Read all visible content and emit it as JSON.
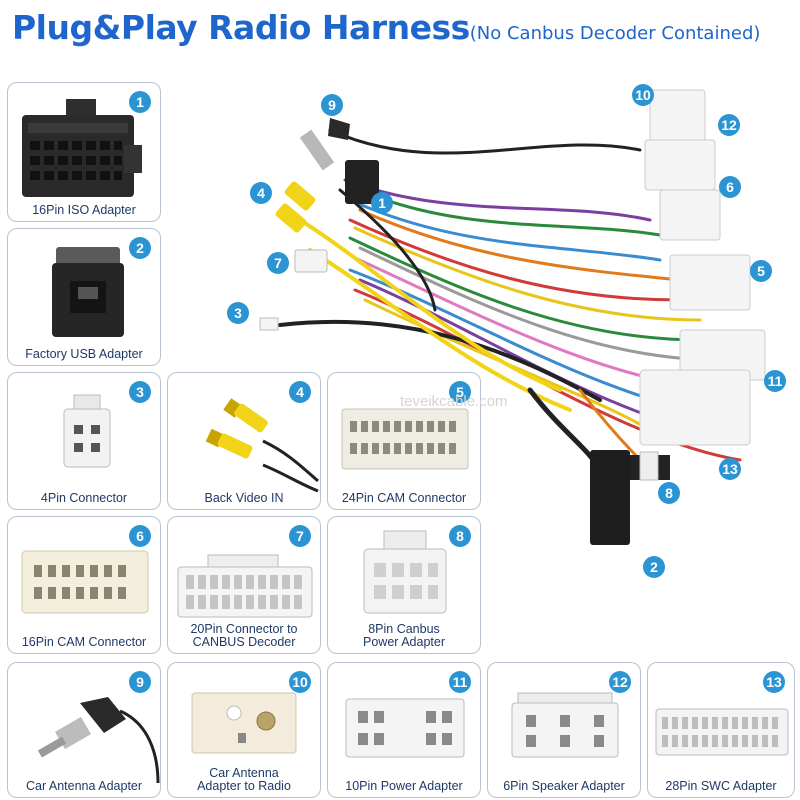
{
  "title": {
    "main": "Plug&Play Radio Harness",
    "sub": "(No Canbus Decoder Contained)"
  },
  "watermark": "teveikcable.com",
  "colors": {
    "title": "#1f66cc",
    "badge": "#2b94d3",
    "card_border": "#b9c3cf",
    "label": "#1e3a66"
  },
  "cards": [
    {
      "num": "1",
      "lines": [
        "16Pin ISO Adapter"
      ]
    },
    {
      "num": "2",
      "lines": [
        "Factory USB Adapter"
      ]
    },
    {
      "num": "3",
      "lines": [
        "4Pin Connector"
      ]
    },
    {
      "num": "4",
      "lines": [
        "Back Video IN"
      ]
    },
    {
      "num": "5",
      "lines": [
        "24Pin CAM Connector"
      ]
    },
    {
      "num": "6",
      "lines": [
        "16Pin CAM Connector"
      ]
    },
    {
      "num": "7",
      "lines": [
        "20Pin Connector to",
        "CANBUS Decoder"
      ]
    },
    {
      "num": "8",
      "lines": [
        "8Pin Canbus",
        "Power Adapter"
      ]
    },
    {
      "num": "9",
      "lines": [
        "Car Antenna Adapter"
      ]
    },
    {
      "num": "10",
      "lines": [
        "Car Antenna",
        "Adapter to Radio"
      ]
    },
    {
      "num": "11",
      "lines": [
        "10Pin Power Adapter"
      ]
    },
    {
      "num": "12",
      "lines": [
        "6Pin Speaker Adapter"
      ]
    },
    {
      "num": "13",
      "lines": [
        "28Pin SWC Adapter"
      ]
    }
  ],
  "callouts": [
    "9",
    "4",
    "1",
    "7",
    "3",
    "10",
    "12",
    "6",
    "5",
    "11",
    "13",
    "8",
    "2"
  ]
}
